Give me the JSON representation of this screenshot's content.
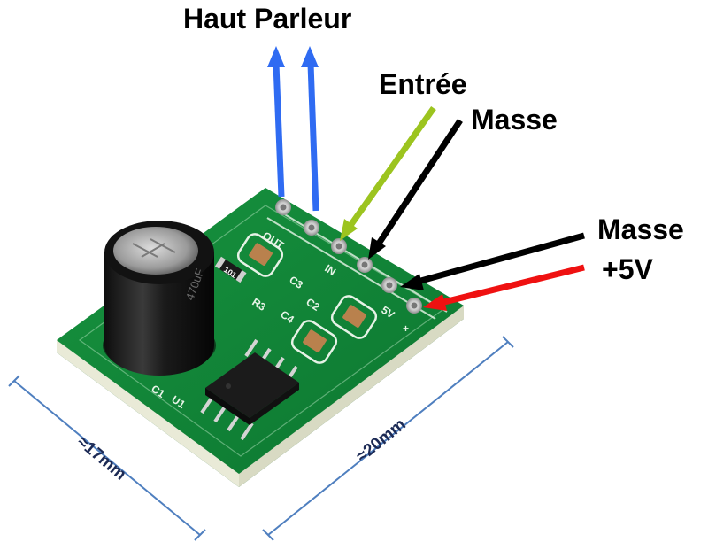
{
  "labels": {
    "speaker": "Haut Parleur",
    "input": "Entrée",
    "ground_1": "Masse",
    "ground_2": "Masse",
    "power": "+5V"
  },
  "dimensions": {
    "width": "≈17mm",
    "length": "≈20mm"
  },
  "silkscreen": {
    "out": "OUT",
    "in": "IN",
    "five_v": "5V",
    "plus": "+",
    "c1": "C1",
    "c2": "C2",
    "c3": "C3",
    "c4": "C4",
    "r3": "R3",
    "u1": "U1",
    "resistor_code": "101",
    "cap_marking": "470uF"
  },
  "colors": {
    "speaker_arrow": "#2f6bf2",
    "input_arrow": "#9cc41f",
    "ground_arrow": "#000000",
    "power_arrow": "#ef1111",
    "pcb": "#0f7f34",
    "dimension_line": "#4f7fbf"
  }
}
